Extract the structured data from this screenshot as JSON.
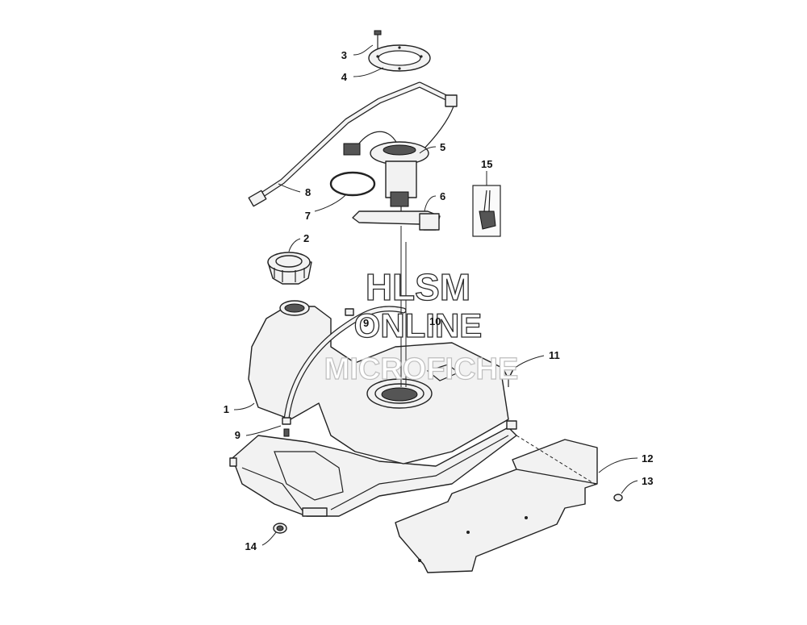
{
  "watermark": {
    "line1": "HLSM",
    "line2": "ONLINE",
    "line3": "MICROFICHE"
  },
  "callouts": [
    {
      "id": "1",
      "label": "1"
    },
    {
      "id": "2",
      "label": "2"
    },
    {
      "id": "3",
      "label": "3"
    },
    {
      "id": "4",
      "label": "4"
    },
    {
      "id": "5",
      "label": "5"
    },
    {
      "id": "6",
      "label": "6"
    },
    {
      "id": "7",
      "label": "7"
    },
    {
      "id": "8",
      "label": "8"
    },
    {
      "id": "9a",
      "label": "9"
    },
    {
      "id": "9b",
      "label": "9"
    },
    {
      "id": "10",
      "label": "10"
    },
    {
      "id": "11",
      "label": "11"
    },
    {
      "id": "12",
      "label": "12"
    },
    {
      "id": "13",
      "label": "13"
    },
    {
      "id": "14",
      "label": "14"
    },
    {
      "id": "15",
      "label": "15"
    }
  ]
}
